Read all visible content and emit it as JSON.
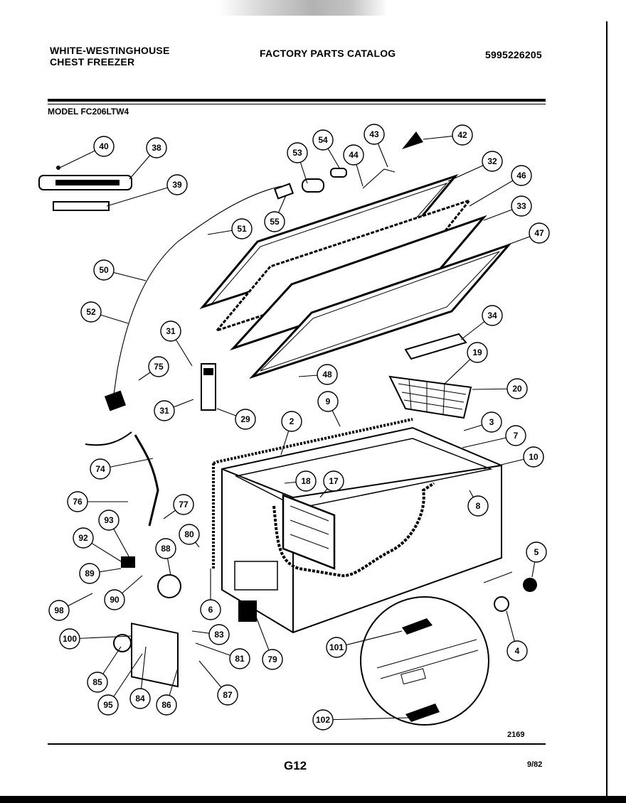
{
  "header": {
    "left_line1": "WHITE-WESTINGHOUSE",
    "left_line2": "CHEST FREEZER",
    "center": "FACTORY PARTS CATALOG",
    "right": "5995226205"
  },
  "model": "MODEL FC206LTW4",
  "callouts": [
    "40",
    "38",
    "39",
    "53",
    "54",
    "43",
    "42",
    "44",
    "32",
    "46",
    "33",
    "55",
    "51",
    "47",
    "50",
    "52",
    "34",
    "31",
    "19",
    "75",
    "48",
    "20",
    "31",
    "29",
    "9",
    "3",
    "2",
    "7",
    "74",
    "10",
    "18",
    "17",
    "8",
    "76",
    "77",
    "93",
    "92",
    "80",
    "88",
    "5",
    "89",
    "90",
    "6",
    "98",
    "83",
    "100",
    "101",
    "4",
    "81",
    "79",
    "85",
    "84",
    "87",
    "95",
    "86",
    "102"
  ],
  "footer": {
    "ref_number": "2169",
    "page": "G12",
    "date": "9/82"
  }
}
